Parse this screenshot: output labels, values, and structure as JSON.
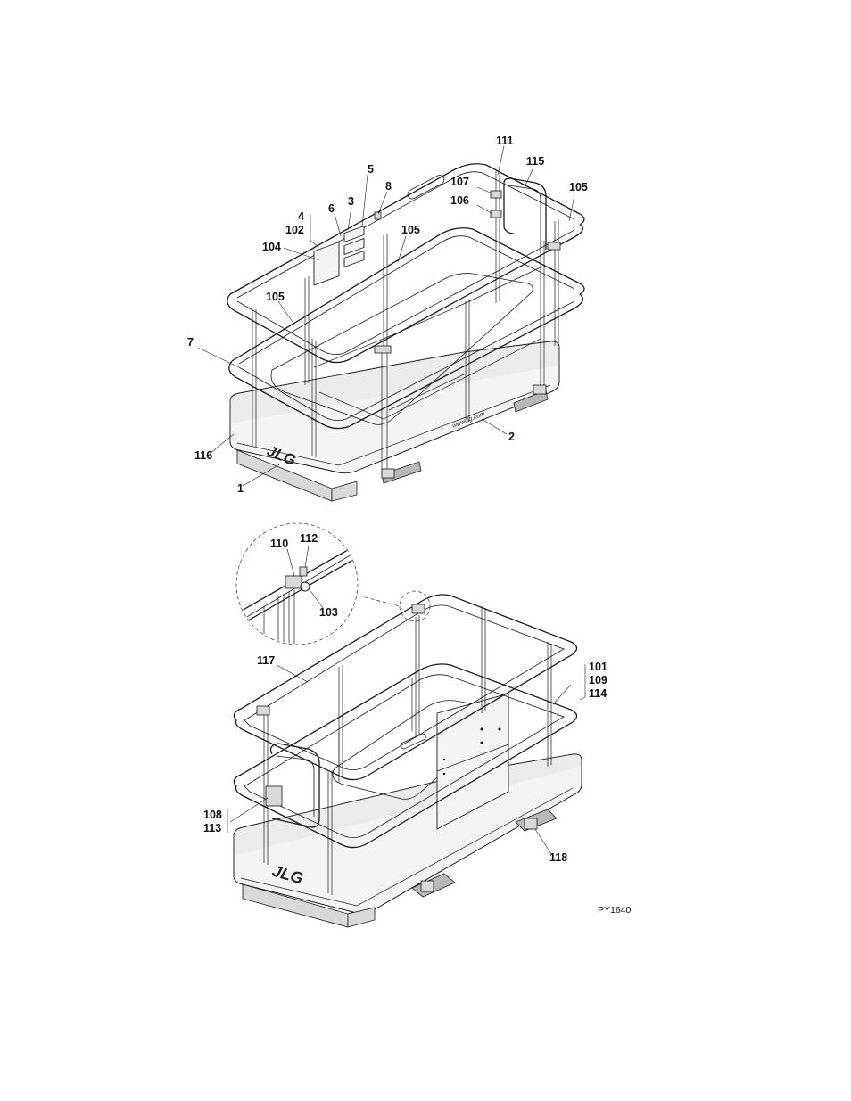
{
  "drawing_id": "PY1640",
  "logo": "JLG",
  "web_marking": "www.jlg.com",
  "callouts_top": {
    "c111": "111",
    "c115": "115",
    "c107": "107",
    "c106": "106",
    "c105a": "105",
    "c8": "8",
    "c5": "5",
    "c3": "3",
    "c6": "6",
    "c4": "4",
    "c102": "102",
    "c104": "104",
    "c105b": "105",
    "c105c": "105",
    "c7": "7",
    "c116": "116",
    "c1": "1",
    "c2": "2"
  },
  "callouts_detail": {
    "c110": "110",
    "c112": "112",
    "c103": "103"
  },
  "callouts_bottom": {
    "c117": "117",
    "c101": "101",
    "c109": "109",
    "c114": "114",
    "c108": "108",
    "c113": "113",
    "c118": "118"
  }
}
